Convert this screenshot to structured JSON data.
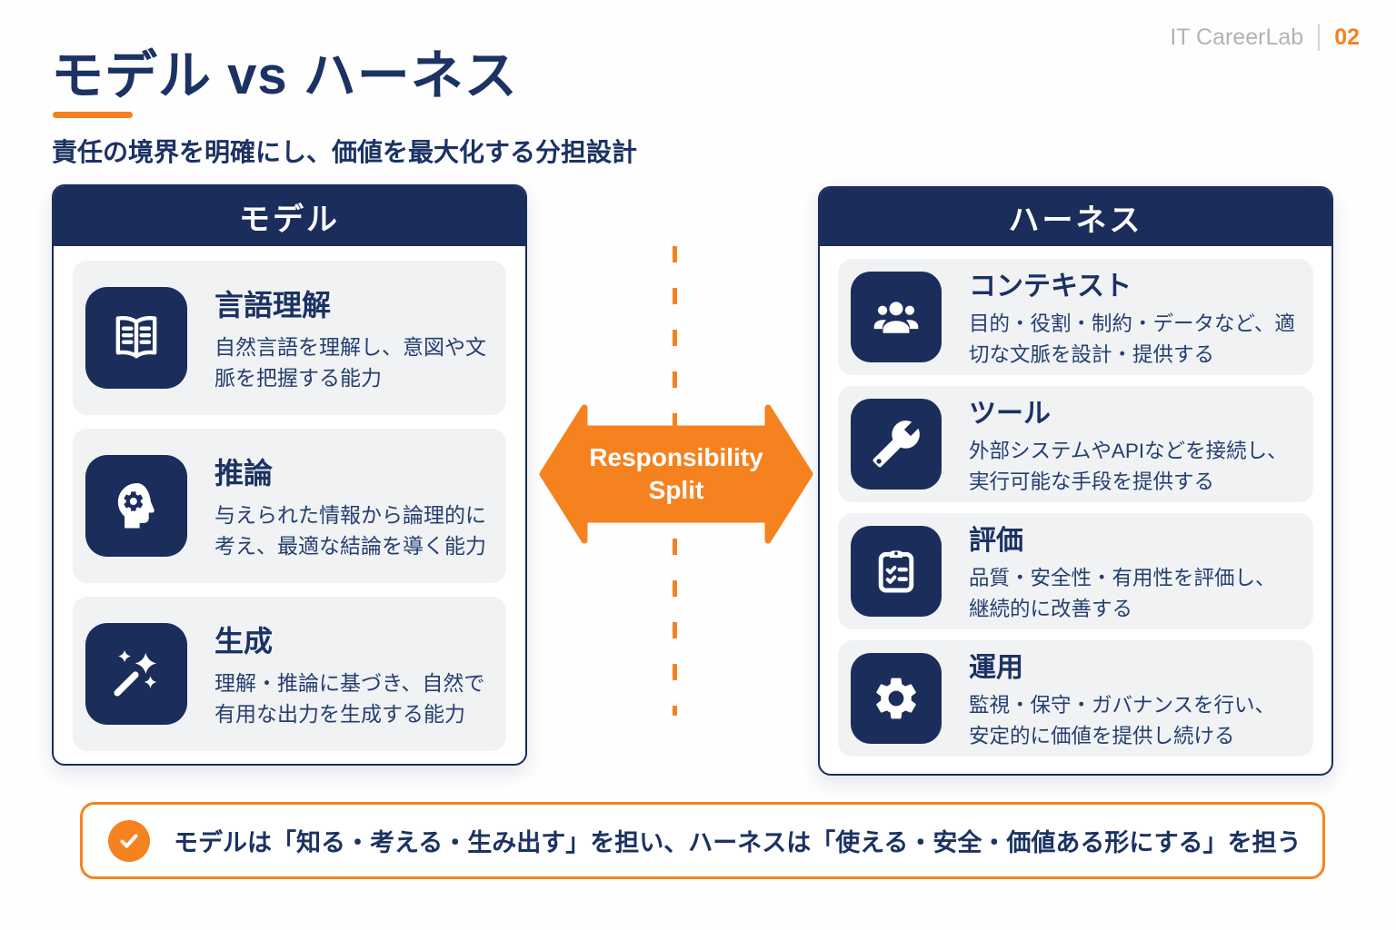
{
  "meta": {
    "brand": "IT CareerLab",
    "page_number": "02"
  },
  "header": {
    "title": "モデル vs ハーネス",
    "subtitle": "責任の境界を明確にし、価値を最大化する分担設計"
  },
  "model_card": {
    "title": "モデル",
    "items": [
      {
        "icon": "book-open",
        "title": "言語理解",
        "desc": "自然言語を理解し、意図や文脈を把握する能力"
      },
      {
        "icon": "head-gear",
        "title": "推論",
        "desc": "与えられた情報から論理的に考え、最適な結論を導く能力"
      },
      {
        "icon": "wand-sparkles",
        "title": "生成",
        "desc": "理解・推論に基づき、自然で有用な出力を生成する能力"
      }
    ]
  },
  "harness_card": {
    "title": "ハーネス",
    "items": [
      {
        "icon": "users",
        "title": "コンテキスト",
        "desc": "目的・役割・制約・データなど、適切な文脈を設計・提供する"
      },
      {
        "icon": "wrench",
        "title": "ツール",
        "desc": "外部システムやAPIなどを接続し、実行可能な手段を提供する"
      },
      {
        "icon": "clipboard-check",
        "title": "評価",
        "desc": "品質・安全性・有用性を評価し、継続的に改善する"
      },
      {
        "icon": "gear",
        "title": "運用",
        "desc": "監視・保守・ガバナンスを行い、安定的に価値を提供し続ける"
      }
    ]
  },
  "center": {
    "label_line1": "Responsibility",
    "label_line2": "Split"
  },
  "footer": {
    "icon": "check-circle",
    "text": "モデルは「知る・考える・生み出す」を担い、ハーネスは「使える・安全・価値ある形にする」を担う"
  },
  "colors": {
    "navy": "#1b2d5a",
    "navy_text": "#1b3263",
    "desc_text": "#25406f",
    "orange": "#f5821f",
    "tile_bg": "#f1f2f4",
    "brand_gray": "#b3b3b5"
  }
}
